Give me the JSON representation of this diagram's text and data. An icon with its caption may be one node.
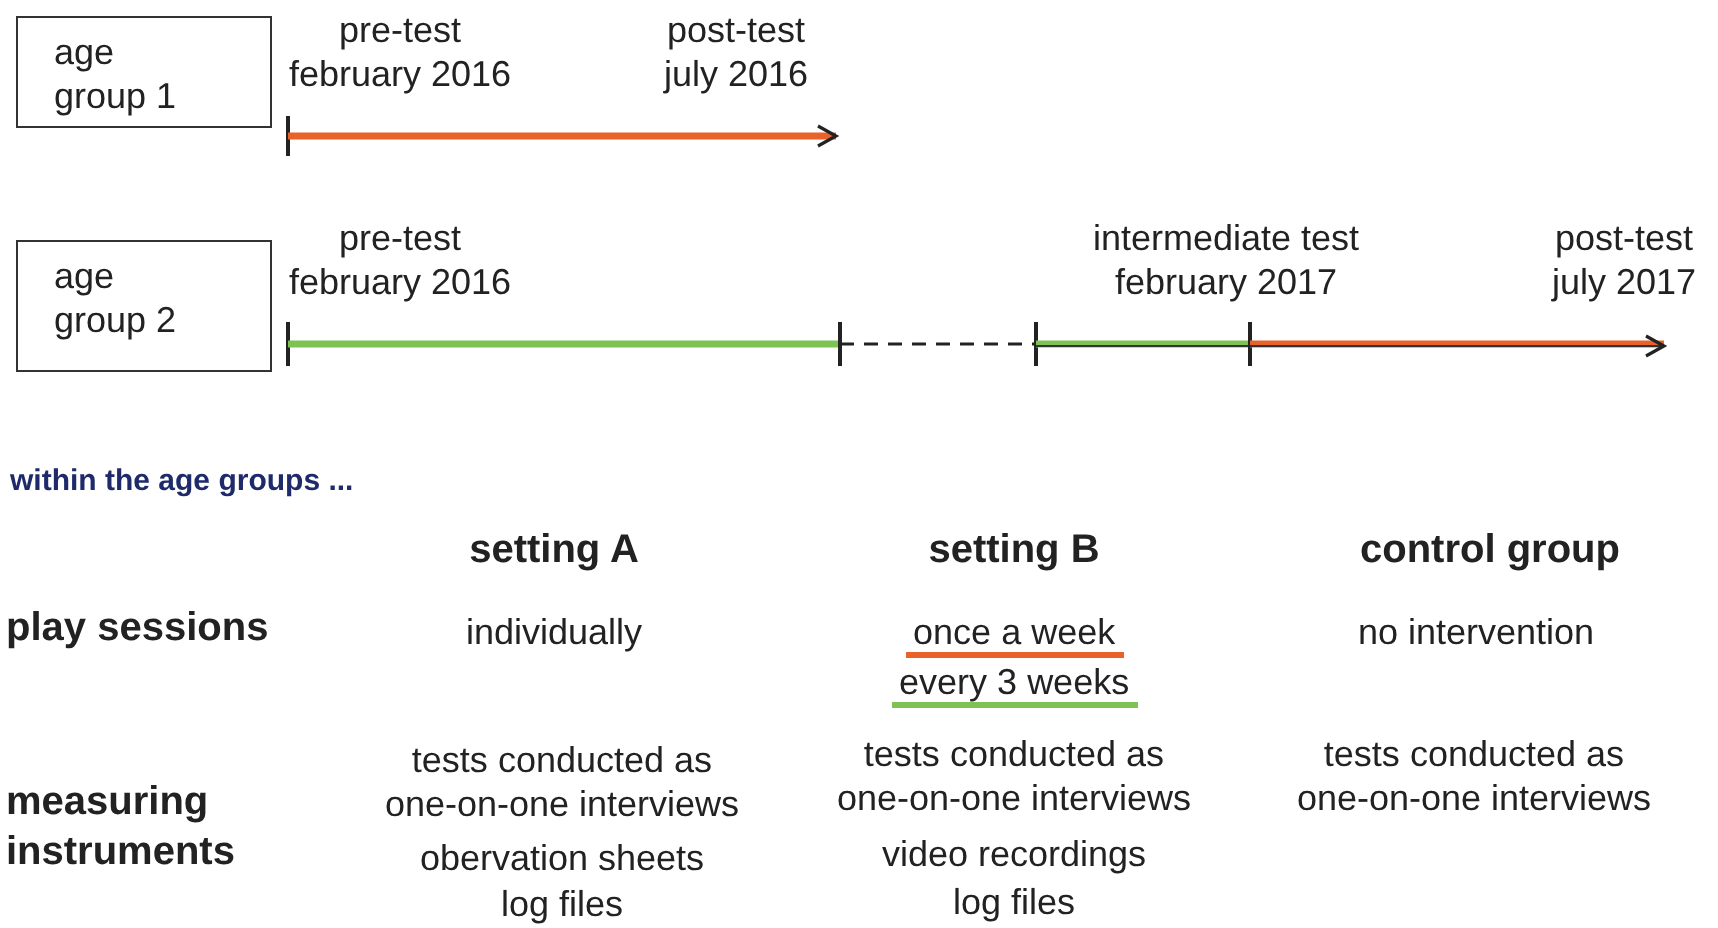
{
  "diagram": {
    "nodes": [
      {
        "text": [
          "age group 1"
        ]
      },
      {
        "text": [
          "age group 2"
        ]
      }
    ],
    "labels": [
      "pre-test february 2016",
      "post-test july 2016",
      "pre-test february 2016",
      "intermediate test february 2017",
      "post-test july 2017",
      "within the age groups ...",
      "setting A",
      "setting B",
      "control group",
      "play sessions",
      "individually",
      "once a week",
      "every 3 weeks",
      "no intervention",
      "measuring instruments",
      "tests conducted as one-on-one interviews",
      "obervation sheets",
      "log files",
      "tests conducted as one-on-one interviews",
      "video recordings",
      "log files",
      "tests conducted as one-on-one interviews"
    ]
  }
}
